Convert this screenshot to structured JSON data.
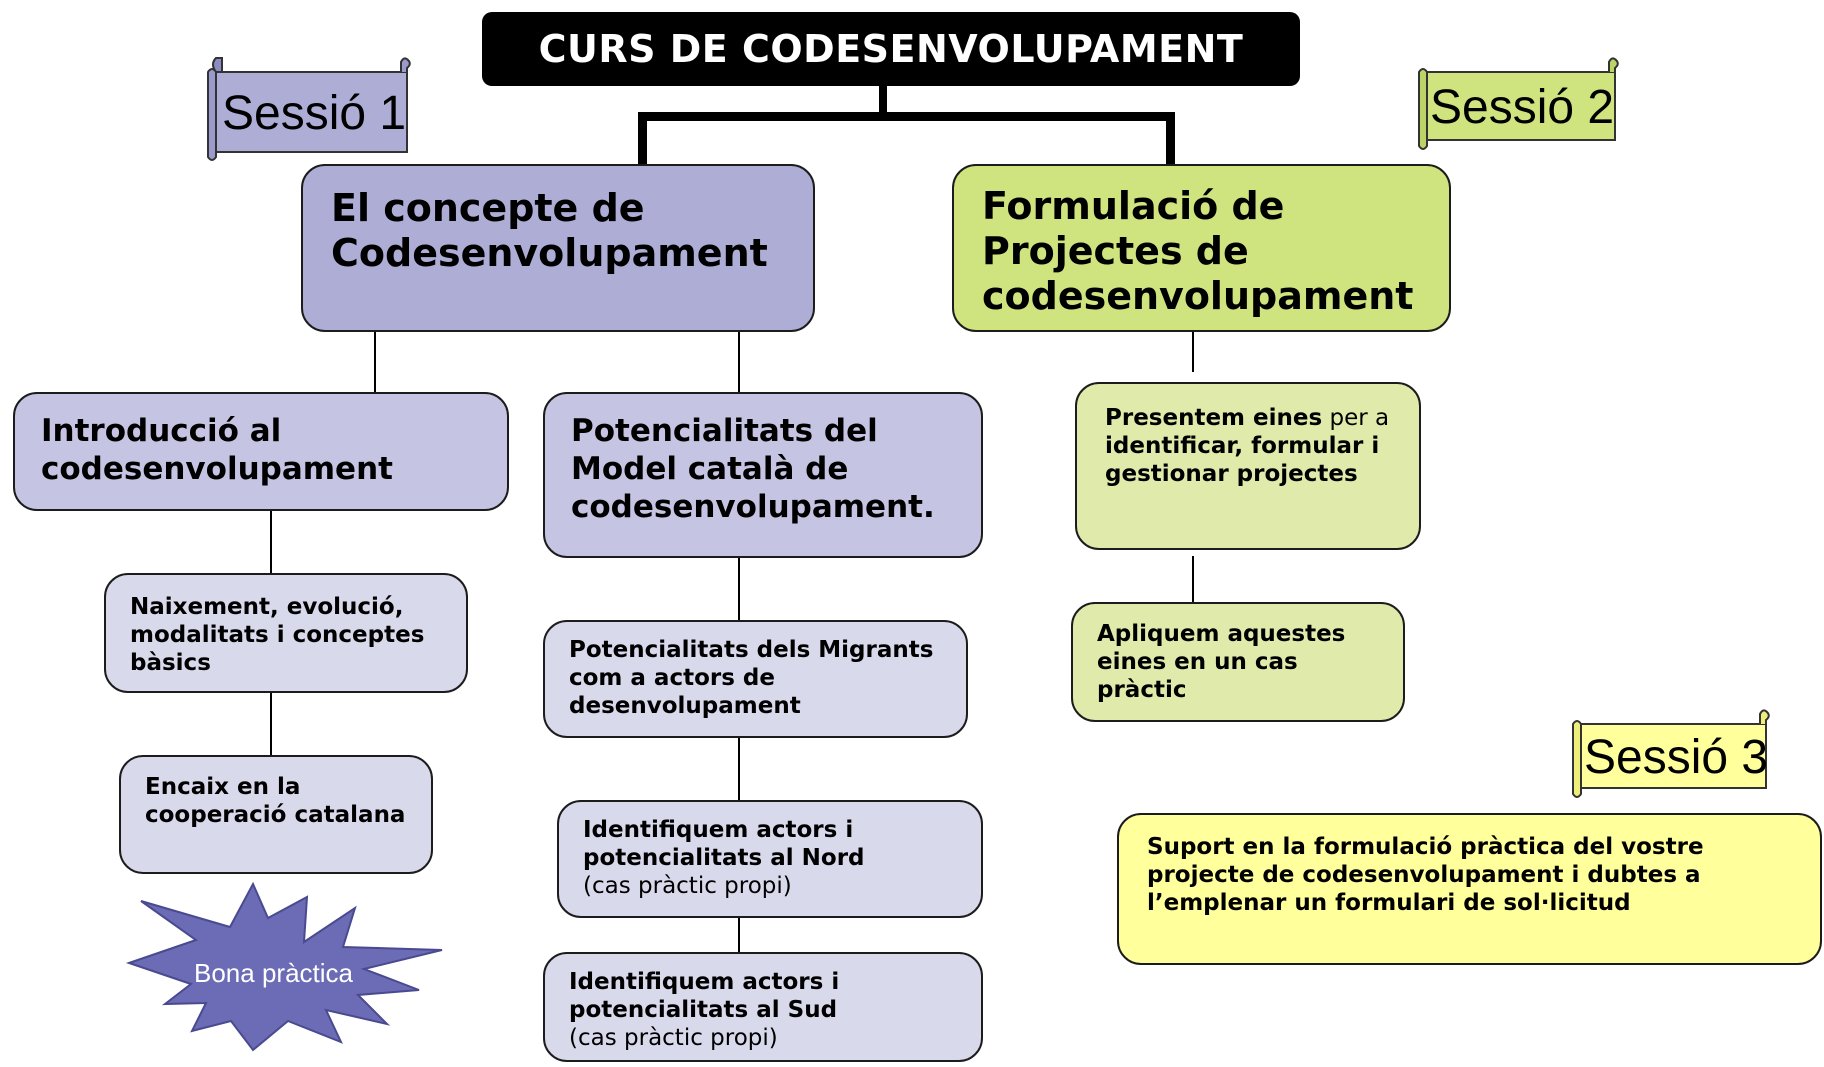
{
  "title": "CURS DE CODESENVOLUPAMENT",
  "scrolls": {
    "s1": "Sessió 1",
    "s2": "Sessió 2",
    "s3": "Sessió 3"
  },
  "session1": {
    "main": "El concepte de Codesenvolupament",
    "intro": "Introducció al codesenvolupament",
    "potencial": "Potencialitats del Model català de codesenvolupament.",
    "naixement": "Naixement, evolució, modalitats i conceptes bàsics",
    "encaix": "Encaix en la cooperació catalana",
    "migrants": "Potencialitats dels Migrants  com a actors de desenvolupament",
    "nord_bold": "Identifiquem actors i potencialitats al Nord",
    "nord_note": "(cas pràctic propi)",
    "sud_bold": "Identifiquem actors i potencialitats al Sud",
    "sud_note": "(cas pràctic propi)",
    "star": "Bona pràctica"
  },
  "session2": {
    "main": "Formulació de Projectes de codesenvolupament",
    "eines_b1": "Presentem eines",
    "eines_n1": " per a ",
    "eines_b2": "identificar, formular i gestionar projectes",
    "apliquem": "Apliquem aquestes eines en un cas pràctic"
  },
  "session3": {
    "suport": "Suport en la formulació pràctica del vostre projecte de codesenvolupament i dubtes a l’emplenar un formulari de sol·licitud"
  },
  "colors": {
    "purple_dark": "#adadd6",
    "purple_light": "#c5c5e3",
    "purple_pale": "#d9d9ec",
    "green_dark": "#cfe37f",
    "green_light": "#e0ebab",
    "yellow": "#ffff9c",
    "star": "#6b6bb6"
  }
}
